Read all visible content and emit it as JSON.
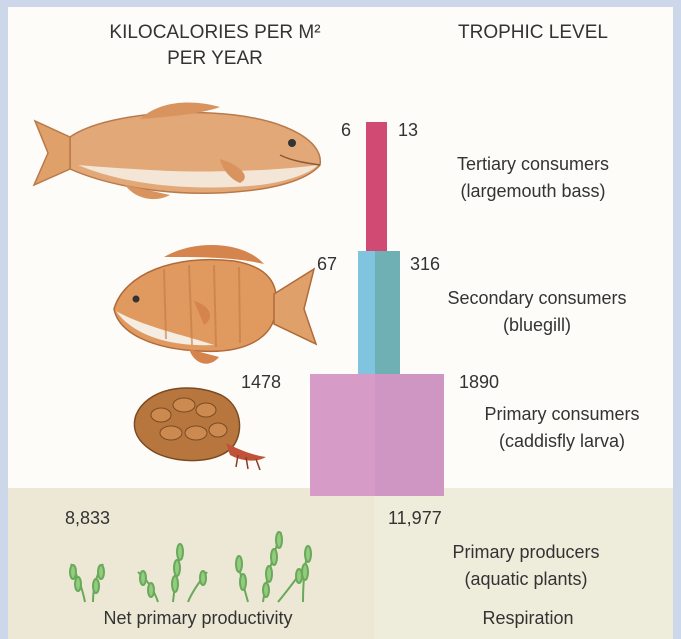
{
  "header": {
    "left_line1": "KILOCALORIES PER M²",
    "left_line2": "PER YEAR",
    "right": "TROPHIC LEVEL"
  },
  "levels": [
    {
      "name_line1": "Tertiary consumers",
      "name_line2": "(largemouth bass)",
      "net_productivity": 6,
      "respiration": 13,
      "net_label": "6",
      "resp_label": "13",
      "organism_icon": "bass-fish-icon"
    },
    {
      "name_line1": "Secondary consumers",
      "name_line2": "(bluegill)",
      "net_productivity": 67,
      "respiration": 316,
      "net_label": "67",
      "resp_label": "316",
      "organism_icon": "bluegill-fish-icon"
    },
    {
      "name_line1": "Primary consumers",
      "name_line2": "(caddisfly larva)",
      "net_productivity": 1478,
      "respiration": 1890,
      "net_label": "1478",
      "resp_label": "1890",
      "organism_icon": "caddisfly-larva-icon"
    },
    {
      "name_line1": "Primary producers",
      "name_line2": "(aquatic plants)",
      "net_productivity": 8833,
      "respiration": 11977,
      "net_label": "8,833",
      "resp_label": "11,977",
      "organism_icon": "aquatic-plants-icon"
    }
  ],
  "footer": {
    "left": "Net primary productivity",
    "right": "Respiration"
  },
  "colors": {
    "tertiary": "#d14a74",
    "secondary_left": "#7fc6e0",
    "secondary_right": "#6fb0b6",
    "primary_consumers": "#d69ac6",
    "producers_band": "#ece8d5",
    "fish": "#e0a06a",
    "plants": "#8cc77a"
  }
}
